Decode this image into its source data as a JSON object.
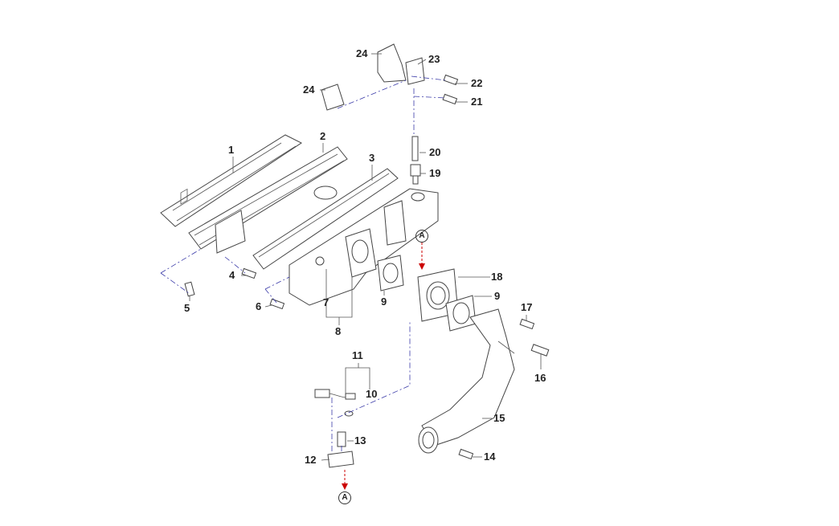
{
  "diagram": {
    "callouts": {
      "c24a": "24",
      "c23": "23",
      "c22": "22",
      "c24b": "24",
      "c21": "21",
      "c20": "20",
      "c19": "19",
      "c1": "1",
      "c2": "2",
      "c3": "3",
      "c18": "18",
      "c9a": "9",
      "c9b": "9",
      "c4": "4",
      "c5": "5",
      "c6": "6",
      "c7": "7",
      "c8": "8",
      "c17": "17",
      "c16": "16",
      "c11": "11",
      "c10": "10",
      "c15": "15",
      "c13": "13",
      "c14": "14",
      "c12": "12"
    },
    "connectors": {
      "a_top": "A",
      "a_bottom": "A"
    },
    "colors": {
      "line": "#444444",
      "dash": "#3a3aa8",
      "arrow": "#cc0000"
    }
  }
}
